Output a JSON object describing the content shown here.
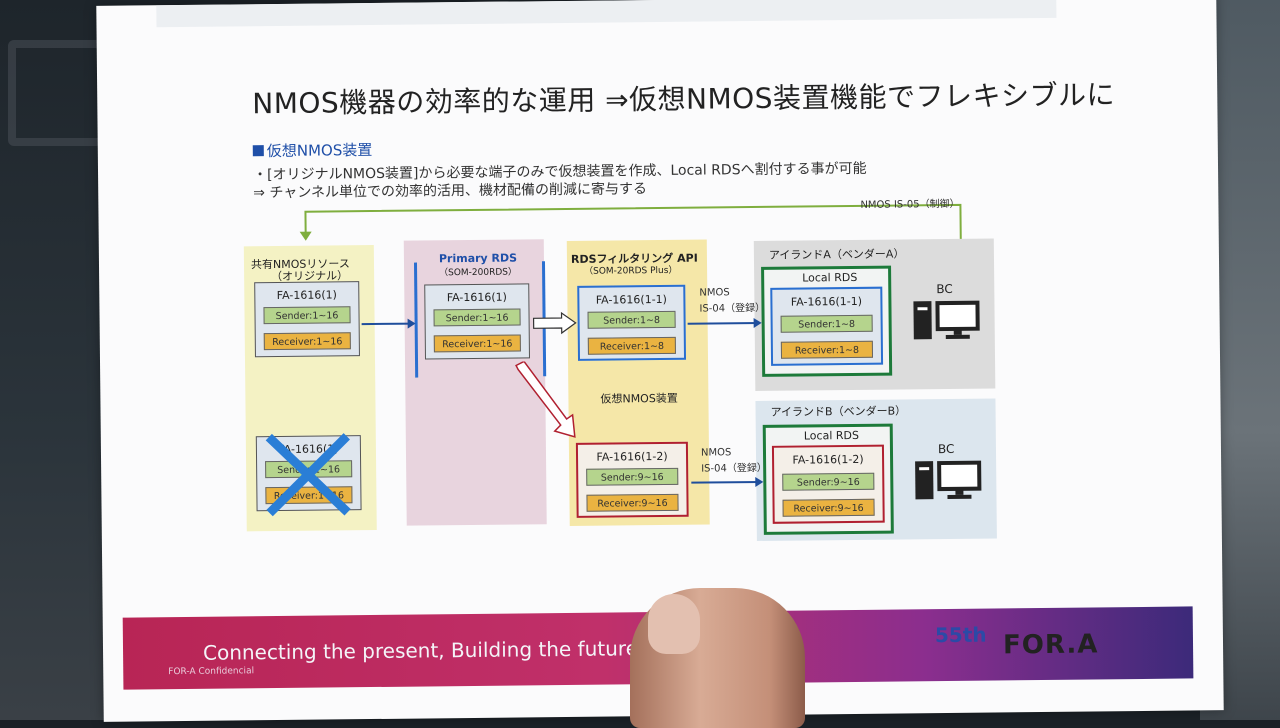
{
  "slide": {
    "title": "NMOS機器の効率的な運用 ⇒仮想NMOS装置機能でフレキシブルに",
    "subtitle": "仮想NMOS装置",
    "line1": "・[オリジナルNMOS装置]から必要な端子のみで仮想装置を作成、Local RDSへ割付する事が可能",
    "line2": "⇒ チャンネル単位での効率的活用、機材配備の削減に寄与する"
  },
  "diagram": {
    "feedback_label": "NMOS IS-05（制御）",
    "shared_label_1": "共有NMOSリソース",
    "shared_label_2": "（オリジナル）",
    "primary_label": "Primary RDS",
    "primary_model": "（SOM-200RDS）",
    "filter_label": "RDSフィルタリング API",
    "filter_model": "（SOM-20RDS Plus）",
    "virtual_label": "仮想NMOS装置",
    "nmos_a_1": "NMOS",
    "nmos_a_2": "IS-04（登録）",
    "nmos_b_1": "NMOS",
    "nmos_b_2": "IS-04（登録）",
    "island_a": "アイランドA（ベンダーA）",
    "island_b": "アイランドB（ベンダーB）",
    "local_rds_a": "Local RDS",
    "local_rds_b": "Local RDS",
    "bc_a": "BC",
    "bc_b": "BC",
    "shared_card": {
      "name": "FA-1616(1)",
      "sender": "Sender:1~16",
      "receiver": "Receiver:1~16"
    },
    "shared_card2": {
      "name": "FA-1616(1)",
      "sender": "Sender:1~16",
      "receiver": "Receiver:1~16"
    },
    "primary_card": {
      "name": "FA-1616(1)",
      "sender": "Sender:1~16",
      "receiver": "Receiver:1~16"
    },
    "virt_a": {
      "name": "FA-1616(1-1)",
      "sender": "Sender:1~8",
      "receiver": "Receiver:1~8"
    },
    "virt_b": {
      "name": "FA-1616(1-2)",
      "sender": "Sender:9~16",
      "receiver": "Receiver:9~16"
    },
    "island_a_card": {
      "name": "FA-1616(1-1)",
      "sender": "Sender:1~8",
      "receiver": "Receiver:1~8"
    },
    "island_b_card": {
      "name": "FA-1616(1-2)",
      "sender": "Sender:9~16",
      "receiver": "Receiver:9~16"
    }
  },
  "footer": {
    "tagline": "Connecting the present, Building the future",
    "confidential": "FOR-A Confidencial",
    "anniversary": "55th",
    "brand": "FOR.A"
  },
  "colors": {
    "title_blue": "#1f4fa8",
    "footer_magenta": "#b82555",
    "footer_purple": "#3c2a7a",
    "sender_green": "#b5d48d",
    "receiver_orange": "#eab341"
  }
}
